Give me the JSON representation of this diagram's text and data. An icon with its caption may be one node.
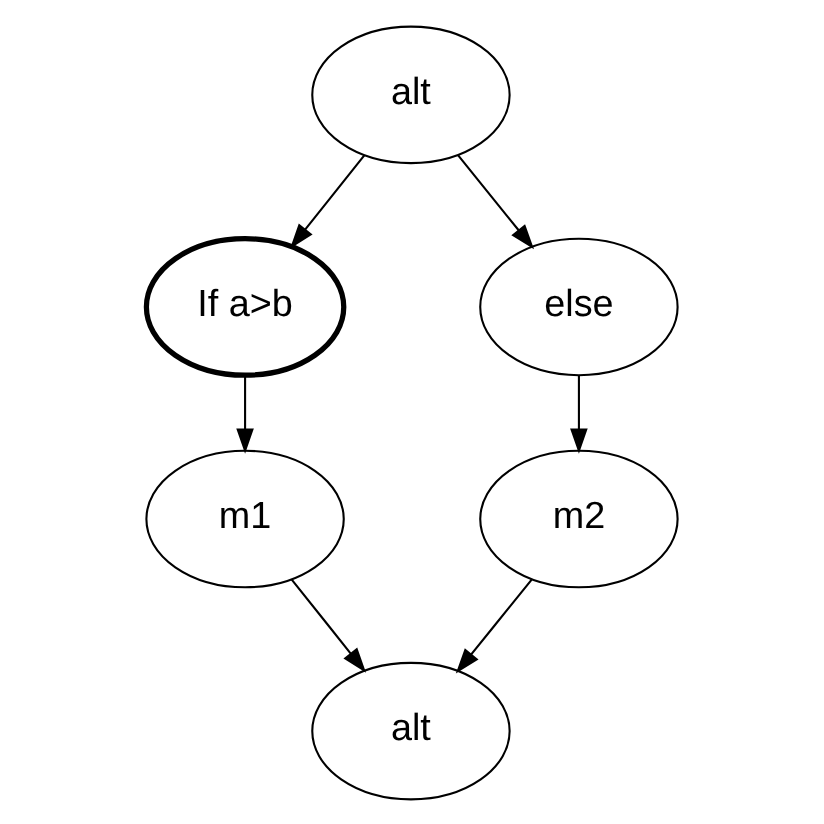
{
  "diagram": {
    "nodes": [
      {
        "text": [
          "alt"
        ]
      },
      {
        "text": [
          "If a>b"
        ]
      },
      {
        "text": [
          "else"
        ]
      },
      {
        "text": [
          "m1"
        ]
      },
      {
        "text": [
          "m2"
        ]
      },
      {
        "text": [
          "alt"
        ]
      }
    ],
    "edges": [
      {
        "from": 0,
        "to": 1,
        "arrow": "to"
      },
      {
        "from": 0,
        "to": 2,
        "arrow": "to"
      },
      {
        "from": 1,
        "to": 3,
        "arrow": "to"
      },
      {
        "from": 2,
        "to": 4,
        "arrow": "to"
      },
      {
        "from": 3,
        "to": 5,
        "arrow": "to"
      },
      {
        "from": 4,
        "to": 5,
        "arrow": "to"
      }
    ]
  }
}
